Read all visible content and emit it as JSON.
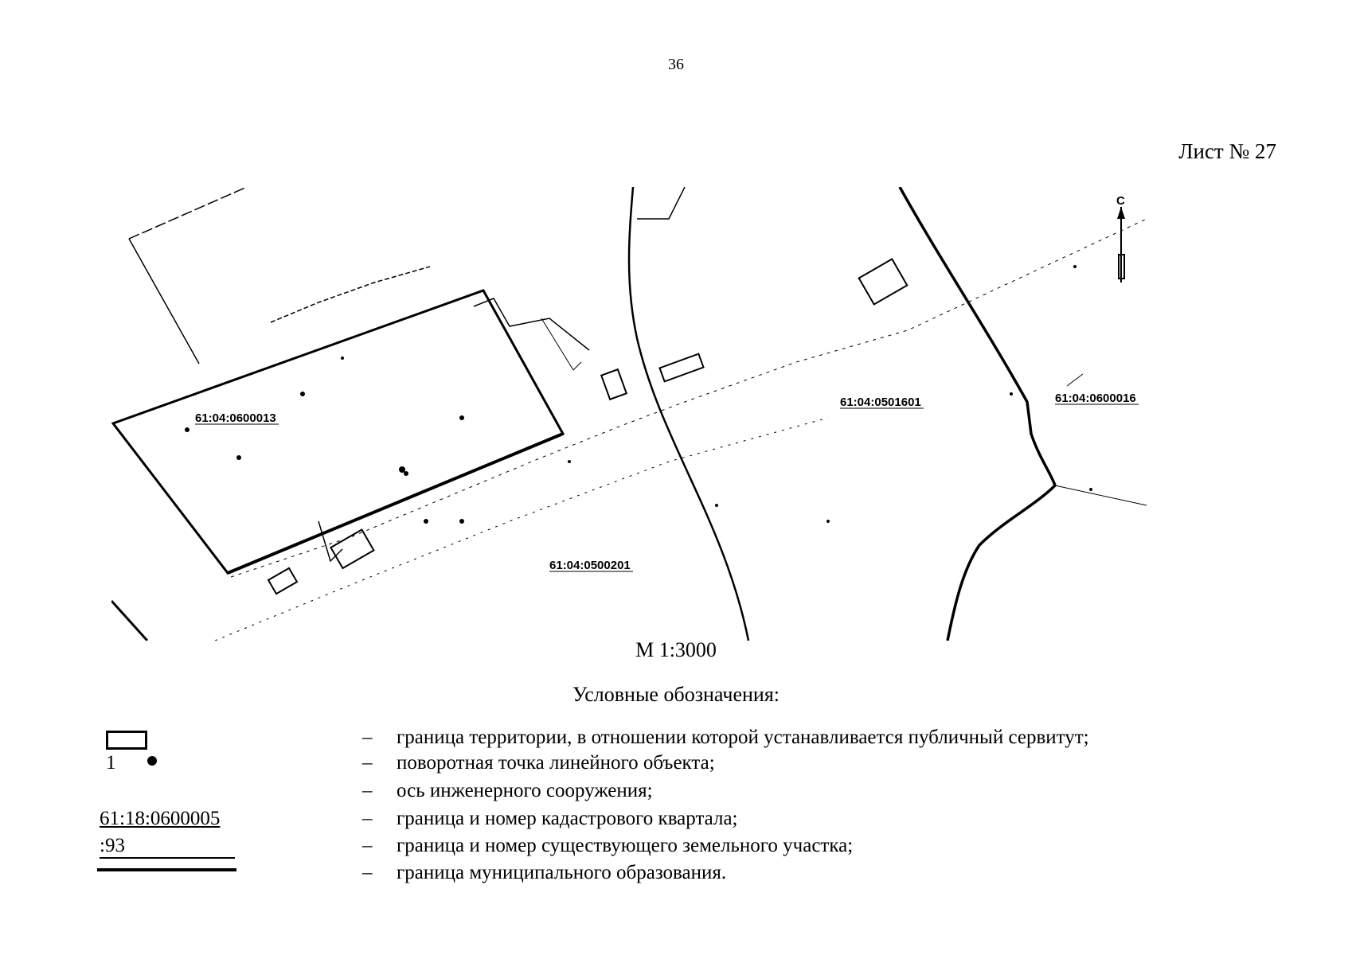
{
  "page_number": "36",
  "sheet_label": "Лист № 27",
  "map": {
    "cadastral_labels": [
      "61:04:0600013",
      "61:04:0501601",
      "61:04:0600016",
      "61:04:0500201"
    ],
    "north_arrow": "С",
    "scale": "М 1:3000"
  },
  "legend": {
    "title": "Условные обозначения:",
    "point_label": "1",
    "quarter_example": "61:18:0600005",
    "parcel_example": ":93",
    "items": [
      {
        "dash": "–",
        "text": "граница территории, в отношении которой устанавливается публичный сервитут;"
      },
      {
        "dash": "–",
        "text": "поворотная точка линейного объекта;"
      },
      {
        "dash": "–",
        "text": "ось инженерного сооружения;"
      },
      {
        "dash": "–",
        "text": "граница и номер кадастрового квартала;"
      },
      {
        "dash": "–",
        "text": "граница и номер существующего земельного участка;"
      },
      {
        "dash": "–",
        "text": "граница муниципального образования."
      }
    ]
  }
}
